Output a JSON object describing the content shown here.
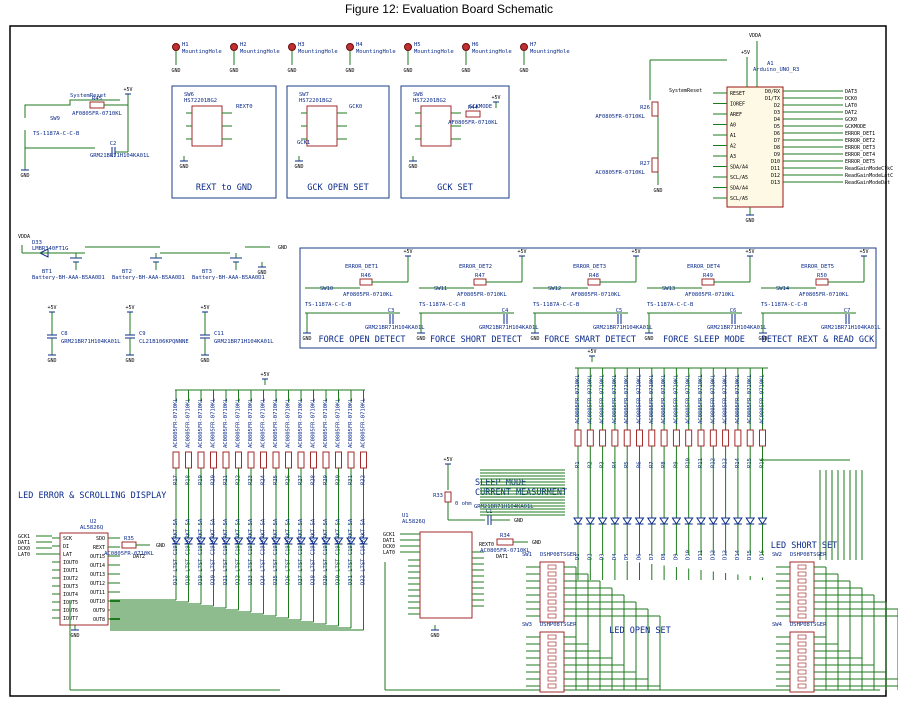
{
  "figure_caption": "Figure 12: Evaluation Board Schematic",
  "mounting_holes": [
    {
      "ref": "H1",
      "value": "MountingHole"
    },
    {
      "ref": "H2",
      "value": "MountingHole"
    },
    {
      "ref": "H3",
      "value": "MountingHole"
    },
    {
      "ref": "H4",
      "value": "MountingHole"
    },
    {
      "ref": "H5",
      "value": "MountingHole"
    },
    {
      "ref": "H6",
      "value": "MountingHole"
    },
    {
      "ref": "H7",
      "value": "MountingHole"
    }
  ],
  "net_labels": {
    "gnd": "GND",
    "plus5v": "+5V",
    "vdda": "VDDA"
  },
  "reset_block": {
    "net": "SystemReset",
    "resistor": "R45",
    "resistor_value": "AF0805FR-0710KL",
    "switch": "SW9",
    "switch_value": "TS-1187A-C-C-B",
    "cap": "C2",
    "cap_value": "GRM21BR71H104KA01L"
  },
  "switch_boxes": [
    {
      "title": "REXT to GND",
      "switch": "SW6",
      "part": "HS72201BG2",
      "net": "REXT0"
    },
    {
      "title": "GCK OPEN SET",
      "switch": "SW7",
      "part": "HS72201BG2",
      "net": "GCK0",
      "net2": "GCK1"
    },
    {
      "title": "GCK SET",
      "switch": "SW8",
      "part": "HS72201BG2",
      "net": "GCKMODE",
      "resistor": "R44",
      "resistor_value": "AF0805FR-0710KL"
    }
  ],
  "arduino": {
    "ref": "A1",
    "value": "Arduino_UNO_R3",
    "left_pins": [
      "RESET",
      "IOREF",
      "AREF",
      "A0",
      "A1",
      "A2",
      "A3",
      "SDA/A4",
      "SCL/A5",
      "SDA/A4",
      "SCL/A5"
    ],
    "right_pins": [
      "D0/RX",
      "D1/TX",
      "D2",
      "D3",
      "D4",
      "D5",
      "D6",
      "D7",
      "D8",
      "D9",
      "D10",
      "D11",
      "D12",
      "D13"
    ],
    "right_nets": [
      "DAT3",
      "DCK0",
      "LAT0",
      "DAT2",
      "GCK0",
      "GCKMODE",
      "ERROR_DET1",
      "ERROR_DET2",
      "ERROR_DET3",
      "ERROR_DET4",
      "ERROR_DET5",
      "ReadGainModeClkC",
      "ReadGainModeLatC",
      "ReadGainModeDat"
    ],
    "r26": "R26",
    "r27": "R27",
    "r_value_a": "AF0805FR-0710KL",
    "r_value_b": "AC0805FR-0710KL",
    "net_reset": "SystemReset"
  },
  "battery_block": {
    "vdda": "VDDA",
    "diode": "D33",
    "diode_value": "LMBR340FT1G",
    "batteries": [
      {
        "ref": "BT1",
        "value": "Battery-BH-AAA-B5AA0D1"
      },
      {
        "ref": "BT2",
        "value": "Battery-BH-AAA-B5AA0D1"
      },
      {
        "ref": "BT3",
        "value": "Battery-BH-AAA-B5AA0D1"
      }
    ]
  },
  "decoupling": [
    {
      "ref": "C8",
      "value": "GRM21BR71H104KA01L"
    },
    {
      "ref": "C9",
      "value": "CL21B106KPQNNNE"
    },
    {
      "ref": "C11",
      "value": "GRM21BR71H104KA01L"
    }
  ],
  "detect_blocks": [
    {
      "net": "ERROR_DET1",
      "title": "FORCE OPEN DETECT",
      "sw": "SW10",
      "r": "R46",
      "c": "C3",
      "sw_value": "TS-1187A-C-C-B",
      "r_value": "AF0805FR-0710KL",
      "c_value": "GRM21BR71H104KA01L"
    },
    {
      "net": "ERROR_DET2",
      "title": "FORCE SHORT DETECT",
      "sw": "SW11",
      "r": "R47",
      "c": "C4",
      "sw_value": "TS-1187A-C-C-B",
      "r_value": "AF0805FR-0710KL",
      "c_value": "GRM21BR71H104KA01L"
    },
    {
      "net": "ERROR_DET3",
      "title": "FORCE SMART DETECT",
      "sw": "SW12",
      "r": "R48",
      "c": "C5",
      "sw_value": "TS-1187A-C-C-B",
      "r_value": "AF0805FR-0710KL",
      "c_value": "GRM21BR71H104KA01L"
    },
    {
      "net": "ERROR_DET4",
      "title": "FORCE SLEEP MODE",
      "sw": "SW13",
      "r": "R49",
      "c": "C6",
      "sw_value": "TS-1187A-C-C-B",
      "r_value": "AF0805FR-0710KL",
      "c_value": "GRM21BR71H104KA01L"
    },
    {
      "net": "ERROR_DET5",
      "title": "DETECT REXT & READ GCK",
      "sw": "SW14",
      "r": "R50",
      "c": "C7",
      "sw_value": "TS-1187A-C-C-B",
      "r_value": "AF0805FR-0710KL",
      "c_value": "GRM21BR71H104KA01L"
    }
  ],
  "led_error_section": {
    "title": "LED ERROR & SCROLLING DISPLAY",
    "ic": "U2",
    "ic_value": "AL5826Q",
    "r_rext": "R35",
    "r_rext_value": "AC0805FR-0710KL",
    "net_dat": "DAT2",
    "inputs": [
      "GCK1",
      "DAT1",
      "DCK0",
      "LAT0"
    ],
    "ic_pins_left": [
      "SCK",
      "DI",
      "LAT",
      "IOUT0",
      "IOUT1",
      "IOUT2",
      "IOUT3",
      "IOUT4",
      "IOUT5",
      "IOUT6",
      "IOUT7"
    ],
    "ic_pins_right": [
      "SDO",
      "REXT",
      "OUT15",
      "OUT14",
      "OUT13",
      "OUT12",
      "OUT11",
      "OUT10",
      "OUT9",
      "OUT8"
    ],
    "resistors": [
      "R17",
      "R18",
      "R19",
      "R20",
      "R21",
      "R22",
      "R23",
      "R24",
      "R25",
      "R26",
      "R27",
      "R28",
      "R29",
      "R30",
      "R31",
      "R32"
    ],
    "resistor_value": "AC0805FR-0710KL",
    "leds": [
      "D17",
      "D18",
      "D19",
      "D20",
      "D21",
      "D22",
      "D23",
      "D24",
      "D25",
      "D26",
      "D27",
      "D28",
      "D29",
      "D30",
      "D31",
      "D32"
    ],
    "led_value": "LTST-C191KRKT-5A"
  },
  "led_open_section": {
    "sleep_title": "SLEEP MODE",
    "current_title": "CURRENT MEASURMENT",
    "r33": "R33",
    "r33_value": "0 ohm",
    "c1": "C1",
    "c1_value": "GRM21BR71H104KA01L",
    "ic": "U1",
    "ic_value": "AL5826Q",
    "r34": "R34",
    "r34_value": "AC0805FR-0710KL",
    "net_rext": "REXT0",
    "net_dat": "DAT1",
    "inputs": [
      "GCK1",
      "DAT1",
      "DCK0",
      "LAT0"
    ],
    "resistors": [
      "R1",
      "R2",
      "R3",
      "R4",
      "R5",
      "R6",
      "R7",
      "R8",
      "R9",
      "R10",
      "R11",
      "R12",
      "R13",
      "R14",
      "R15",
      "R16"
    ],
    "resistor_value": "AC0805FR-0710KL",
    "leds": [
      "D1",
      "D2",
      "D3",
      "D4",
      "D5",
      "D6",
      "D7",
      "D8",
      "D9",
      "D10",
      "D11",
      "D12",
      "D13",
      "D14",
      "D15",
      "D16"
    ],
    "switches": [
      {
        "ref": "SW1",
        "value": "DSHP08TSGER"
      },
      {
        "ref": "SW2",
        "value": "DSHP08TSGER"
      },
      {
        "ref": "SW3",
        "value": "DSHP08TSGER"
      },
      {
        "ref": "SW4",
        "value": "DSHP08TSGER"
      }
    ],
    "open_title": "LED OPEN SET",
    "short_title": "LED SHORT SET"
  }
}
